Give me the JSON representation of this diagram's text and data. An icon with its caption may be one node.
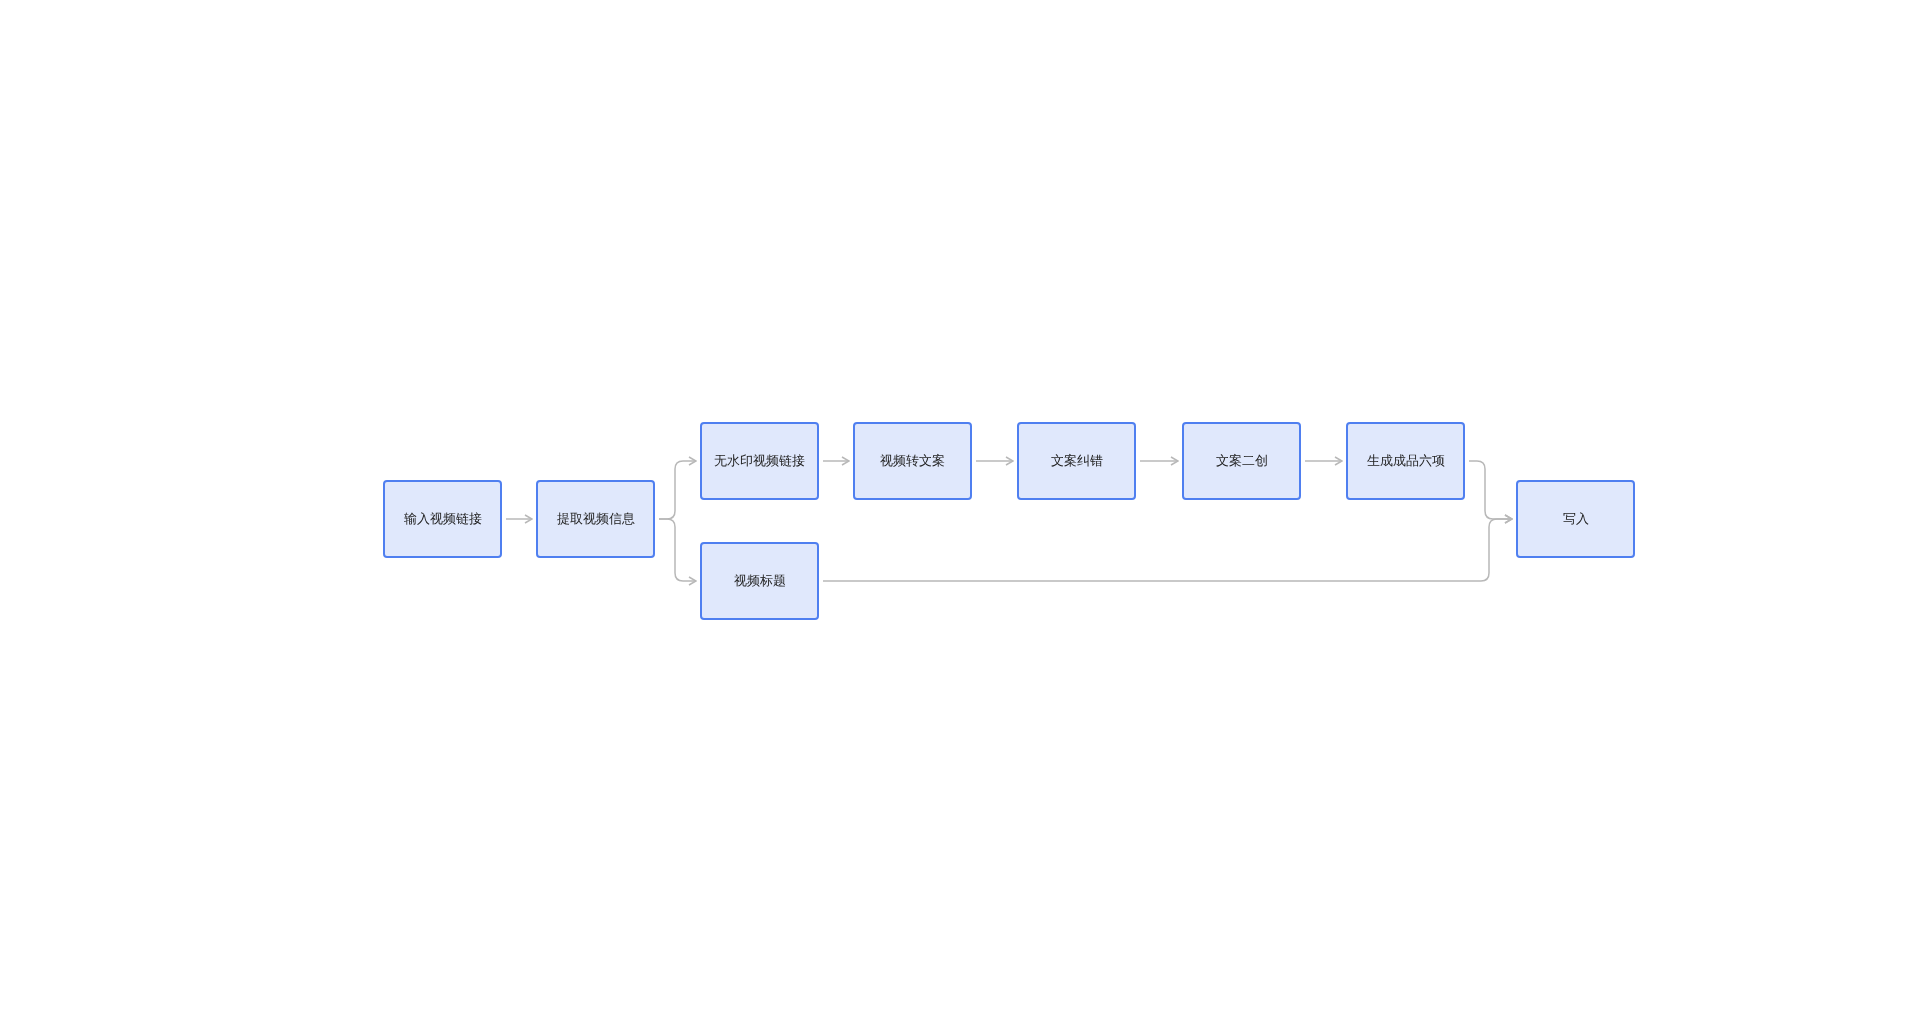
{
  "diagram": {
    "nodes": [
      {
        "text": [
          "输入视频链接"
        ]
      },
      {
        "text": [
          "提取视频信息"
        ]
      },
      {
        "text": [
          "无水印视频链接"
        ]
      },
      {
        "text": [
          "视频标题"
        ]
      },
      {
        "text": [
          "视频转文案"
        ]
      },
      {
        "text": [
          "文案纠错"
        ]
      },
      {
        "text": [
          "文案二创"
        ]
      },
      {
        "text": [
          "生成成品六项"
        ]
      },
      {
        "text": [
          "写入"
        ]
      }
    ],
    "edges": [
      {
        "from": 0,
        "to": 1,
        "arrow": "to"
      },
      {
        "from": 1,
        "to": 2,
        "arrow": "to"
      },
      {
        "from": 1,
        "to": 3,
        "arrow": "to"
      },
      {
        "from": 2,
        "to": 4,
        "arrow": "to"
      },
      {
        "from": 4,
        "to": 5,
        "arrow": "to"
      },
      {
        "from": 5,
        "to": 6,
        "arrow": "to"
      },
      {
        "from": 6,
        "to": 7,
        "arrow": "to"
      },
      {
        "from": 7,
        "to": 8,
        "arrow": "to"
      },
      {
        "from": 3,
        "to": 8,
        "arrow": "to"
      }
    ]
  }
}
